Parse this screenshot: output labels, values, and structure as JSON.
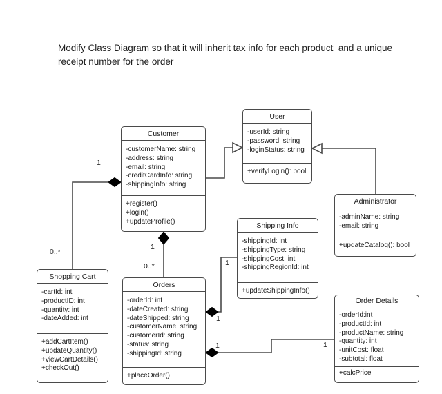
{
  "heading": {
    "line1": "Modify Class Diagram so that it will inherit tax info for each product  and a unique",
    "line2": "receipt number for the order"
  },
  "classes": {
    "customer": {
      "name": "Customer",
      "attributes": [
        "-customerName: string",
        "-address: string",
        "-email: string",
        "-creditCardInfo: string",
        "-shippingInfo: string"
      ],
      "methods": [
        "+register()",
        "+login()",
        "+updateProfile()"
      ]
    },
    "user": {
      "name": "User",
      "attributes": [
        "-userId: string",
        "-password: string",
        "-loginStatus: string"
      ],
      "methods": [
        "+verifyLogin(): bool"
      ]
    },
    "administrator": {
      "name": "Administrator",
      "attributes": [
        "-adminName: string",
        "-email: string"
      ],
      "methods": [
        "+updateCatalog(): bool"
      ]
    },
    "shipping_info": {
      "name": "Shipping Info",
      "attributes": [
        "-shippingId: int",
        "-shippingType: string",
        "-shippingCost: int",
        "-shippingRegionId: int"
      ],
      "methods": [
        "+updateShippingInfo()"
      ]
    },
    "shopping_cart": {
      "name": "Shopping Cart",
      "attributes": [
        "-cartId: int",
        "-productID: int",
        "-quantity: int",
        "-dateAdded: int"
      ],
      "methods": [
        "+addCartItem()",
        "+updateQuantity()",
        "+viewCartDetails()",
        "+checkOut()"
      ]
    },
    "orders": {
      "name": "Orders",
      "attributes": [
        "-orderId: int",
        "-dateCreated: string",
        "-dateShipped: string",
        "-customerName: string",
        "-customerId: string",
        "-status: string",
        "-shippingId: string"
      ],
      "methods": [
        "+placeOrder()"
      ]
    },
    "order_details": {
      "name": "Order Details",
      "attributes": [
        "-orderId:int",
        "-productId: int",
        "-productName: string",
        "-quantity: int",
        "-unitCost: float",
        "-subtotal: float"
      ],
      "methods": [
        "+calcPrice"
      ]
    }
  },
  "multiplicities": {
    "customer_cart_one": "1",
    "customer_cart_many": "0..*",
    "customer_orders_one": "1",
    "customer_orders_many": "0..*",
    "orders_shipping_orders_end": "1",
    "orders_shipping_info_end": "1",
    "orders_details_orders_end": "1",
    "orders_details_details_end": "1"
  },
  "colors": {
    "line": "#4a4a4a",
    "diamond_fill": "#000000",
    "triangle_fill": "#ffffff",
    "text": "#1a1a1a"
  }
}
